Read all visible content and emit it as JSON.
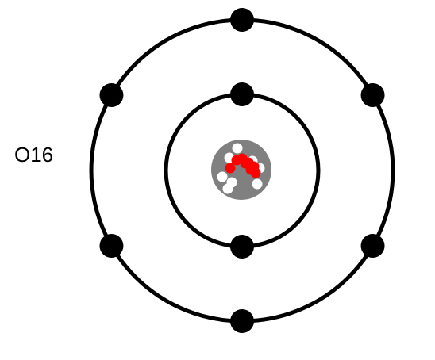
{
  "label": "O16",
  "colors": {
    "shell": "#000000",
    "electron": "#000000",
    "nucleus": "#808080",
    "proton": "#ff0000",
    "neutron": "#ffffff",
    "background": "#ffffff"
  },
  "shells": [
    {
      "name": "inner-shell",
      "electron_count": 2
    },
    {
      "name": "outer-shell",
      "electron_count": 6
    }
  ],
  "nucleus": {
    "protons": 8,
    "neutrons": 8
  }
}
